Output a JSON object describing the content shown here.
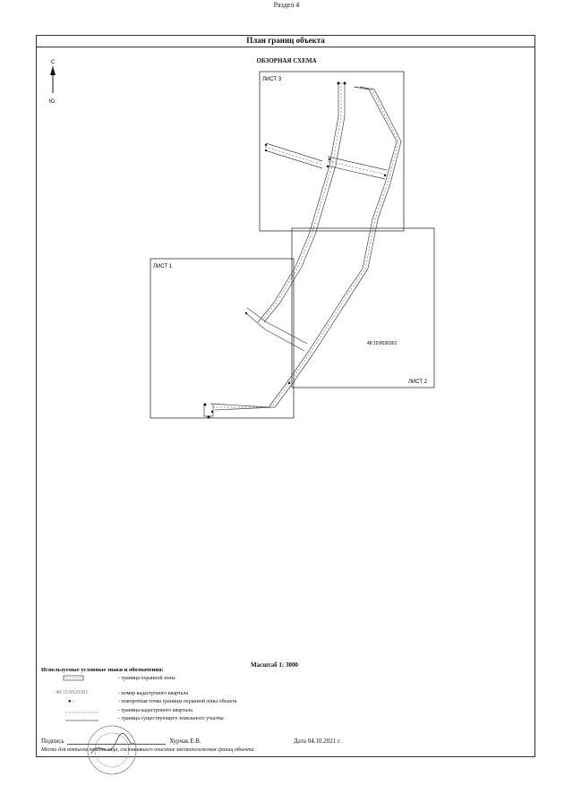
{
  "header": {
    "section": "Раздел 4",
    "title": "План границ объекта"
  },
  "scheme": {
    "title": "ОБЗОРНАЯ СХЕМА",
    "compass_north": "С",
    "compass_south": "Ю",
    "sheet1": "ЛИСТ 1",
    "sheet2": "ЛИСТ 2",
    "sheet3": "ЛИСТ 3",
    "cadastral_quarter": "48:10:8030301"
  },
  "scale": "Масштаб 1: 3000",
  "legend": {
    "title": "Используемые условные знаки и обозначения:",
    "items": [
      {
        "symbol": "",
        "text": "- граница охранной зоны"
      },
      {
        "symbol": "48:15:0020301",
        "text": "- номер кадастрового квартала"
      },
      {
        "symbol": "●  :",
        "text": "- поворотная точка границы охранной зоны объекта"
      },
      {
        "symbol": "",
        "text": "- граница кадастрового квартала"
      },
      {
        "symbol": "",
        "text": "- граница существующего земельного участка"
      }
    ]
  },
  "signature": {
    "label": "Подпись",
    "name": "Хурчак Е.В.",
    "date": "Дата 04.10.2021 г."
  },
  "note": "Место для оттиска печати лица, составившего описание местоположения границ объекта"
}
